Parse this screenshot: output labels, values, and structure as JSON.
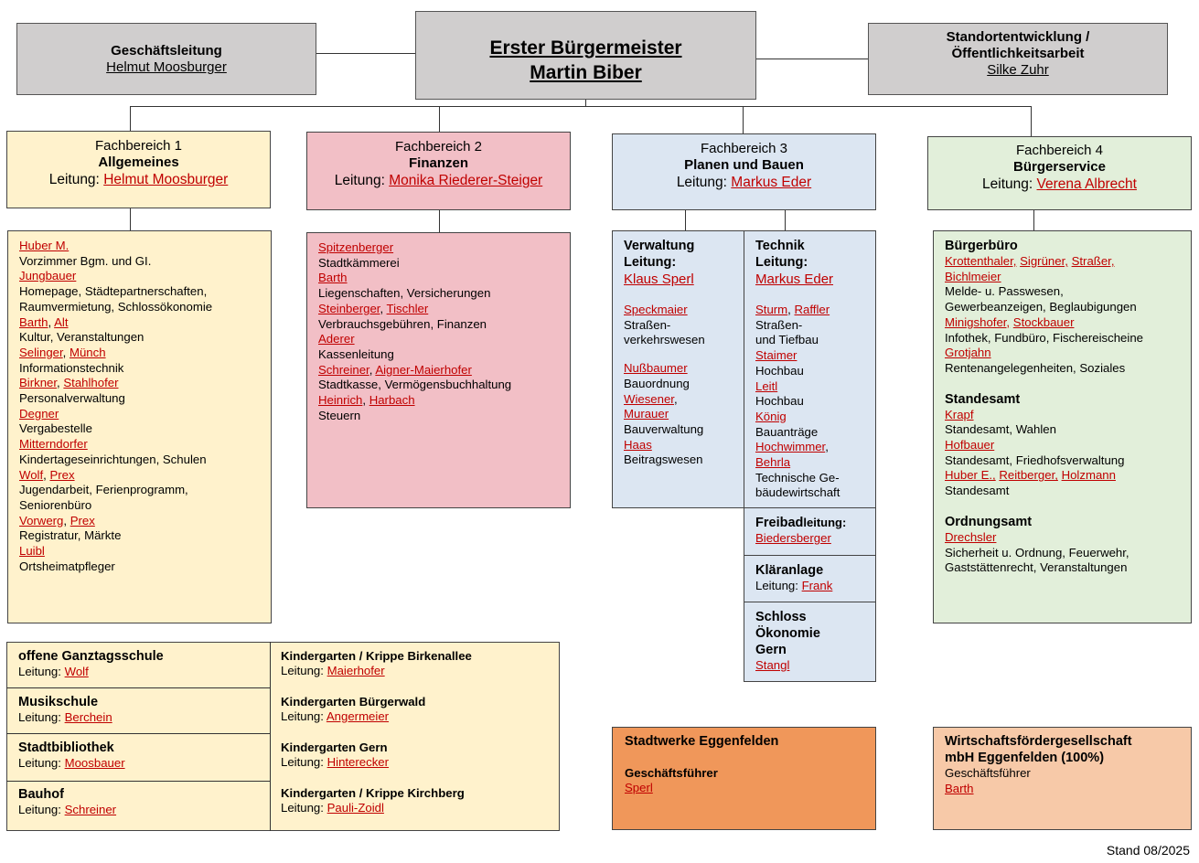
{
  "top": {
    "center": {
      "title": "Erster Bürgermeister",
      "name": "Martin Biber"
    },
    "left": {
      "title": "Geschäftsleitung",
      "name": "Helmut Moosburger"
    },
    "right": {
      "title1": "Standortentwicklung /",
      "title2": "Öffentlichkeitsarbeit",
      "name": "Silke Zuhr"
    }
  },
  "fb1": {
    "label": "Fachbereich 1",
    "name": "Allgemeines",
    "lead_prefix": "Leitung:",
    "lead": "Helmut Moosburger",
    "items": [
      {
        "n": [
          "Huber M."
        ],
        "t": "Vorzimmer Bgm. und GI."
      },
      {
        "n": [
          "Jungbauer"
        ],
        "t": "Homepage, Städtepartnerschaften,",
        "t2": "Raumvermietung, Schlossökonomie"
      },
      {
        "n": [
          "Barth",
          "Alt"
        ],
        "t": "Kultur, Veranstaltungen"
      },
      {
        "n": [
          "Selinger",
          "Münch"
        ],
        "t": "Informationstechnik"
      },
      {
        "n": [
          "Birkner",
          "Stahlhofer"
        ],
        "t": "Personalverwaltung"
      },
      {
        "n": [
          "Degner"
        ],
        "t": "Vergabestelle"
      },
      {
        "n": [
          "Mitterndorfer"
        ],
        "t": "Kindertageseinrichtungen, Schulen"
      },
      {
        "n": [
          "Wolf",
          "Prex"
        ],
        "t": "Jugendarbeit, Ferienprogramm,",
        "t2": "Seniorenbüro"
      },
      {
        "n": [
          "Vorwerg",
          "Prex"
        ],
        "t": "Registratur, Märkte"
      },
      {
        "n": [
          "Luibl"
        ],
        "t": "Ortsheimatpfleger"
      }
    ]
  },
  "fb2": {
    "label": "Fachbereich 2",
    "name": "Finanzen",
    "lead_prefix": "Leitung:",
    "lead": "Monika Riederer-Steiger",
    "items": [
      {
        "n": [
          "Spitzenberger"
        ],
        "t": "Stadtkämmerei"
      },
      {
        "n": [
          "Barth"
        ],
        "t": "Liegenschaften, Versicherungen"
      },
      {
        "n": [
          "Steinberger",
          "Tischler"
        ],
        "t": "Verbrauchsgebühren, Finanzen"
      },
      {
        "n": [
          "Aderer"
        ],
        "t": "Kassenleitung"
      },
      {
        "n": [
          "Schreiner",
          "Aigner-Maierhofer"
        ],
        "t": "Stadtkasse, Vermögensbuchhaltung"
      },
      {
        "n": [
          "Heinrich",
          "Harbach"
        ],
        "t": "Steuern"
      }
    ]
  },
  "fb3": {
    "label": "Fachbereich 3",
    "name": "Planen und Bauen",
    "lead_prefix": "Leitung:",
    "lead": "Markus Eder",
    "verwaltung": {
      "h1": "Verwaltung",
      "h2": "Leitung:",
      "lead": "Klaus Sperl",
      "g1n": "Speckmaier",
      "g1t": "Straßen-",
      "g1t2": "verkehrswesen",
      "g2n": "Nußbaumer",
      "g2t": "Bauordnung",
      "g3n1": "Wiesener",
      "g3n2": "Murauer",
      "g3t": "Bauverwaltung",
      "g4n": "Haas",
      "g4t": "Beitragswesen"
    },
    "technik": {
      "h1": "Technik",
      "h2": "Leitung:",
      "lead": "Markus Eder",
      "g1n1": "Sturm",
      "g1n2": "Raffler",
      "g1t": "Straßen-",
      "g1t2": "und Tiefbau",
      "g2n": "Staimer",
      "g2t": "Hochbau",
      "g3n": "Leitl",
      "g3t": "Hochbau",
      "g4n": "König",
      "g4t": "Bauanträge",
      "g5n1": "Hochwimmer",
      "g5n2": "Behrla",
      "g5t": "Technische Ge-",
      "g5t2": "bäudewirtschaft"
    },
    "freibad": {
      "h": "Freibad",
      "h_suffix": "leitung:",
      "lead": "Biedersberger"
    },
    "klaeranlage": {
      "h": "Kläranlage",
      "lead_prefix": "Leitung:",
      "lead": "Frank"
    },
    "schloss": {
      "h1": "Schloss",
      "h2": "Ökonomie",
      "h3": "Gern",
      "lead": "Stangl"
    }
  },
  "fb4": {
    "label": "Fachbereich 4",
    "name": "Bürgerservice",
    "lead_prefix": "Leitung:",
    "lead": "Verena Albrecht",
    "buergerbuero": {
      "h": "Bürgerbüro",
      "n1": [
        "Krottenthaler,",
        "Sigrüner,",
        "Straßer,"
      ],
      "n1b": "Bichlmeier",
      "t1": "Melde- u. Passwesen,",
      "t1b": "Gewerbeanzeigen, Beglaubigungen",
      "n2": [
        "Minigshofer,",
        "Stockbauer"
      ],
      "t2": "Infothek, Fundbüro, Fischereischeine",
      "n3": "Grotjahn",
      "t3": "Rentenangelegenheiten, Soziales"
    },
    "standesamt": {
      "h": "Standesamt",
      "n1": "Krapf",
      "t1": "Standesamt, Wahlen",
      "n2": "Hofbauer",
      "t2": "Standesamt, Friedhofsverwaltung",
      "n3": [
        "Huber E.,",
        "Reitberger,",
        "Holzmann"
      ],
      "t3": "Standesamt"
    },
    "ordnungsamt": {
      "h": "Ordnungsamt",
      "n": "Drechsler",
      "t": "Sicherheit u. Ordnung, Feuerwehr,",
      "t2": "Gaststättenrecht, Veranstaltungen"
    }
  },
  "bottom_left": [
    {
      "h": "offene Ganztagsschule",
      "prefix": "Leitung:",
      "n": "Wolf"
    },
    {
      "h": "Musikschule",
      "prefix": "Leitung:",
      "n": "Berchein"
    },
    {
      "h": "Stadtbibliothek",
      "prefix": "Leitung:",
      "n": "Moosbauer"
    },
    {
      "h": "Bauhof",
      "prefix": "Leitung:",
      "n": "Schreiner"
    }
  ],
  "kindergarten": [
    {
      "h": "Kindergarten / Krippe Birkenallee",
      "prefix": "Leitung:",
      "n": "Maierhofer"
    },
    {
      "h": "Kindergarten Bürgerwald",
      "prefix": "Leitung:",
      "n": "Angermeier"
    },
    {
      "h": "Kindergarten Gern",
      "prefix": "Leitung:",
      "n": "Hinterecker"
    },
    {
      "h": "Kindergarten / Krippe Kirchberg",
      "prefix": "Leitung:",
      "n": "Pauli-Zoidl"
    }
  ],
  "stadtwerke": {
    "h": "Stadtwerke Eggenfelden",
    "sub": "Geschäftsführer",
    "n": "Sperl"
  },
  "wirtschaft": {
    "h1": "Wirtschaftsfördergesellschaft",
    "h2": "mbH Eggenfelden (100%)",
    "sub": "Geschäftsführer",
    "n": "Barth"
  },
  "stand": "Stand 08/2025",
  "colors": {
    "gray": "#d0cece",
    "yellow": "#fff2cc",
    "pink": "#f2bfc6",
    "blue": "#dce6f2",
    "green": "#e2efda",
    "orange": "#f0975a",
    "peach": "#f7c9a8",
    "name_red": "#c00000"
  }
}
